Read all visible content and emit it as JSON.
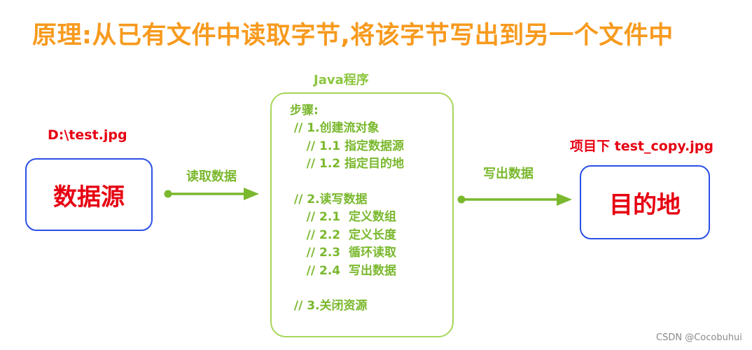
{
  "title": "原理:从已有文件中读取字节,将该字节写出到另一个文件中",
  "source": {
    "path": "D:\\test.jpg",
    "label": "数据源"
  },
  "read_arrow_label": "读取数据",
  "program": {
    "label": "Java程序",
    "steps": [
      "步骤:",
      " // 1.创建流对象",
      "    // 1.1 指定数据源",
      "    // 1.2 指定目的地",
      "",
      " // 2.读写数据",
      "    // 2.1  定义数组",
      "    // 2.2  定义长度",
      "    // 2.3  循环读取",
      "    // 2.4  写出数据",
      "",
      " // 3.关闭资源"
    ]
  },
  "write_arrow_label": "写出数据",
  "destination": {
    "path": "项目下 test_copy.jpg",
    "label": "目的地"
  },
  "watermark": "CSDN @Cocobuhui",
  "colors": {
    "title": "#f79a1e",
    "red": "#e60012",
    "blue_border": "#2a50e6",
    "green": "#7ab82e",
    "green_light": "#a8d65a"
  }
}
